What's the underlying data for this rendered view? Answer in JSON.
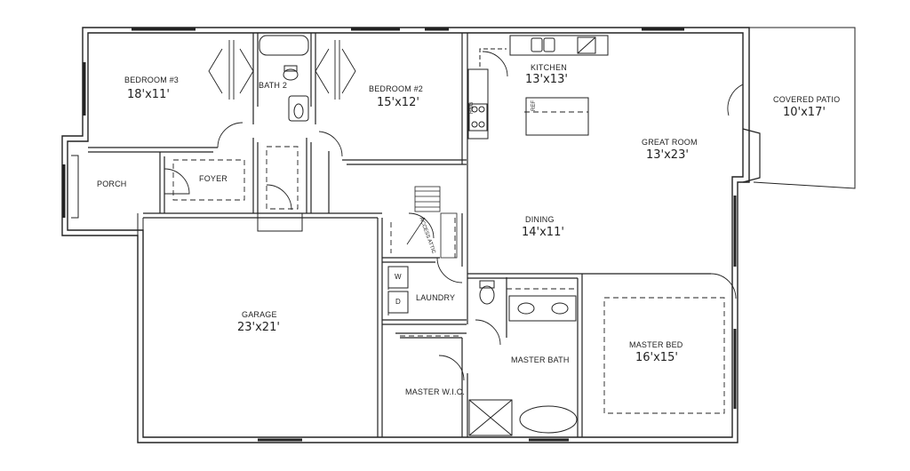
{
  "rooms": {
    "bedroom3": {
      "name": "Bedroom #3",
      "dims": "18'x11'"
    },
    "bath2": {
      "name": "Bath 2"
    },
    "bedroom2": {
      "name": "Bedroom #2",
      "dims": "15'x12'"
    },
    "kitchen": {
      "name": "Kitchen",
      "dims": "13'x13'"
    },
    "great_room": {
      "name": "Great Room",
      "dims": "13'x23'"
    },
    "covered_patio": {
      "name": "Covered Patio",
      "dims": "10'x17'"
    },
    "porch": {
      "name": "Porch"
    },
    "foyer": {
      "name": "Foyer"
    },
    "dining": {
      "name": "Dining",
      "dims": "14'x11'"
    },
    "garage": {
      "name": "Garage",
      "dims": "23'x21'"
    },
    "laundry": {
      "name": "Laundry"
    },
    "master_bath": {
      "name": "Master Bath"
    },
    "master_bed": {
      "name": "Master Bed",
      "dims": "16'x15'"
    },
    "master_wic": {
      "name": "Master W.I.C."
    }
  },
  "fixtures": {
    "washer": "W",
    "dryer": "D",
    "attic_access": "ACCESS ATTIC",
    "range": "RNG",
    "ref": "REF"
  }
}
